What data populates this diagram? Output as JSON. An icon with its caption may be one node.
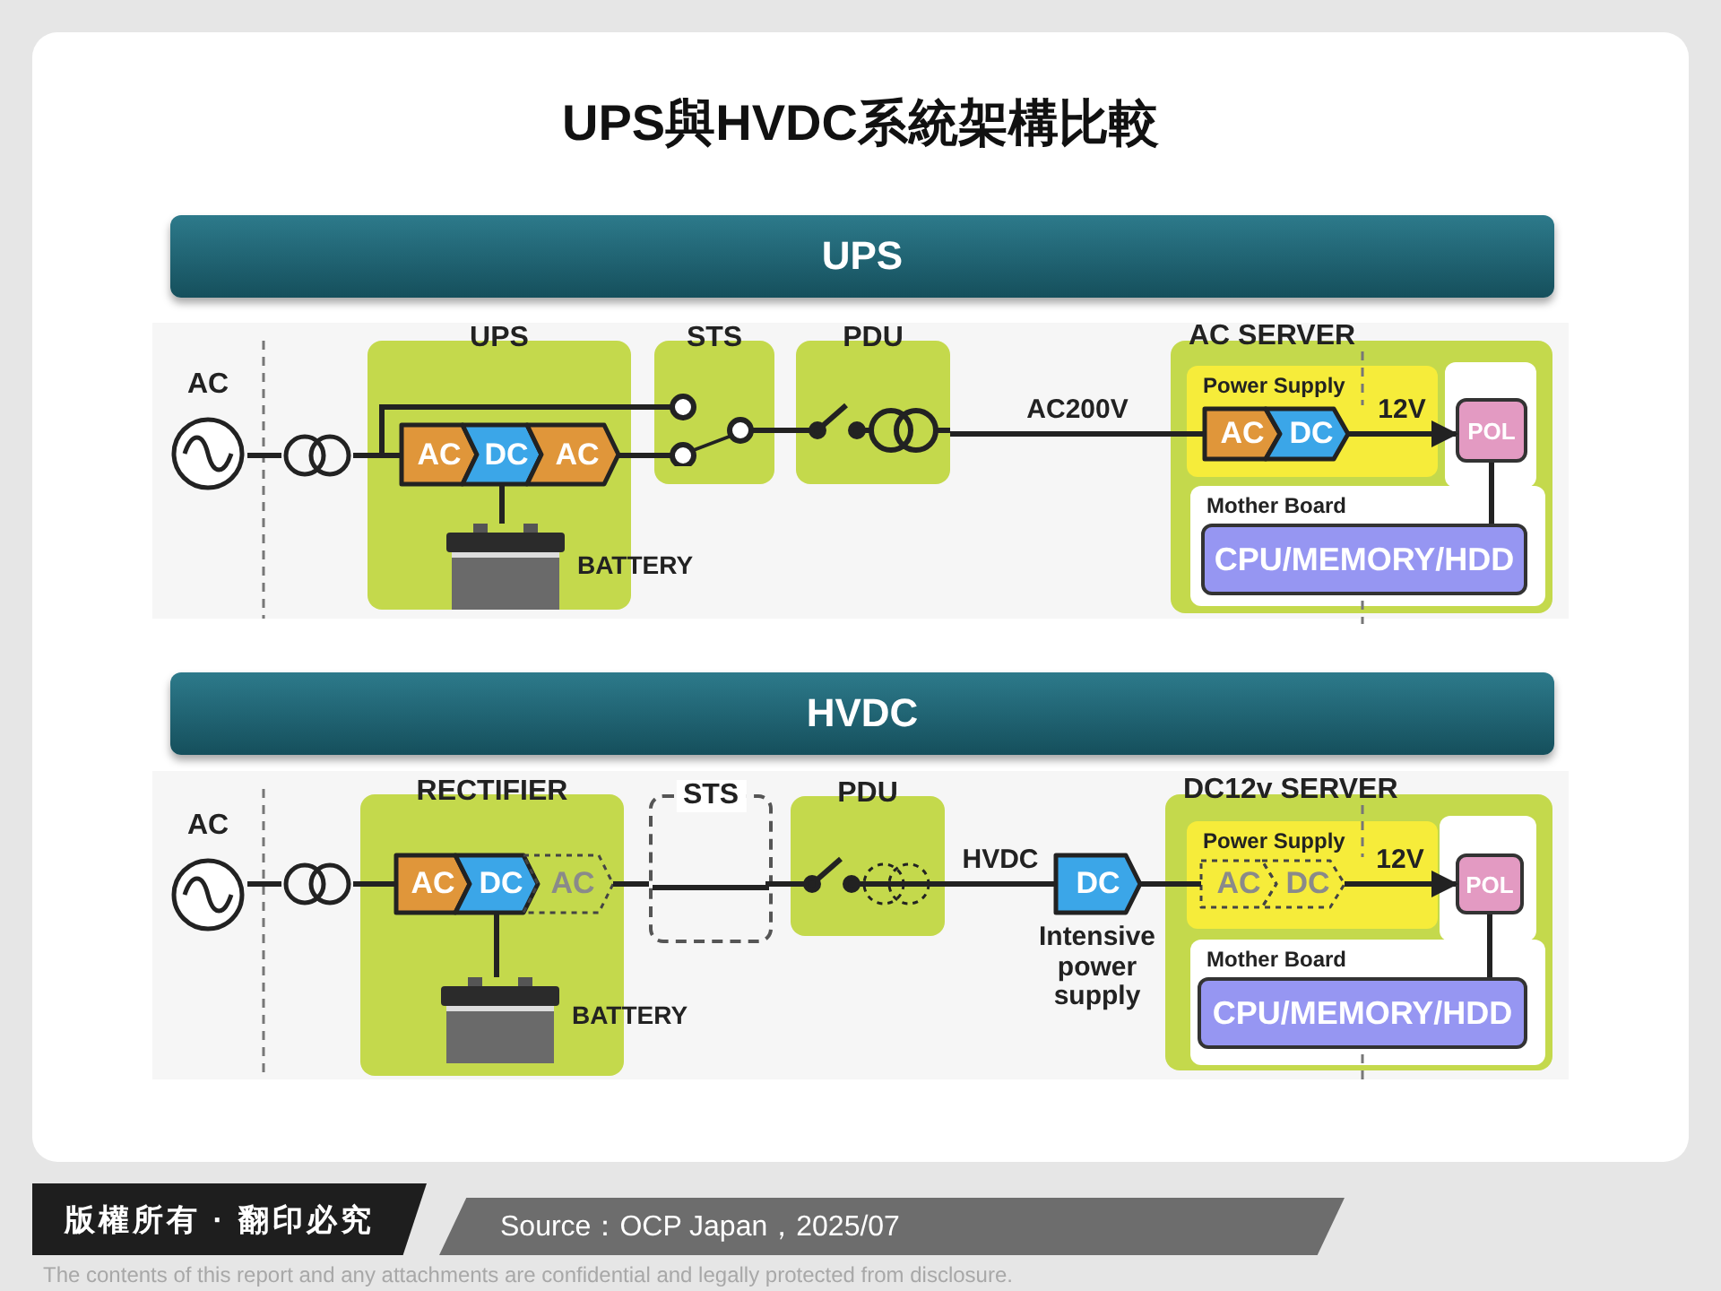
{
  "diagram": {
    "title": "UPS與HVDC系統架構比較",
    "nodes": [
      {
        "text": [
          "UPS"
        ]
      },
      {
        "text": [
          "AC"
        ]
      },
      {
        "text": [],
        "shape": "circle"
      },
      {
        "text": [
          "UPS"
        ]
      },
      {
        "text": [
          "AC"
        ],
        "in": 3
      },
      {
        "text": [
          "DC"
        ],
        "in": 3
      },
      {
        "text": [
          "AC"
        ],
        "in": 3
      },
      {
        "text": [],
        "shape": "box",
        "beside": [
          "BATTERY"
        ],
        "in": 3
      },
      {
        "text": [
          "STS"
        ]
      },
      {
        "text": [
          "PDU"
        ]
      },
      {
        "text": [
          "AC SERVER"
        ]
      },
      {
        "text": [
          "Power Supply"
        ],
        "in": 10
      },
      {
        "text": [
          "AC"
        ],
        "in": 11
      },
      {
        "text": [
          "DC"
        ],
        "in": 11
      },
      {
        "text": [
          "Mother Board"
        ],
        "in": 10
      },
      {
        "text": [
          "CPU/MEMORY/HDD"
        ],
        "in": 14
      },
      {
        "text": [
          "POL"
        ],
        "in": 10
      },
      {
        "text": [
          "HVDC"
        ]
      },
      {
        "text": [
          "AC"
        ]
      },
      {
        "text": [],
        "shape": "circle"
      },
      {
        "text": [
          "RECTIFIER"
        ]
      },
      {
        "text": [
          "AC"
        ],
        "in": 20
      },
      {
        "text": [
          "DC"
        ],
        "in": 20
      },
      {
        "text": [
          "AC"
        ],
        "in": 20
      },
      {
        "text": [],
        "shape": "box",
        "beside": [
          "BATTERY"
        ],
        "in": 20
      },
      {
        "text": [
          "STS"
        ]
      },
      {
        "text": [
          "PDU"
        ]
      },
      {
        "text": [
          "DC"
        ],
        "beside": [
          "Intensive power supply"
        ]
      },
      {
        "text": [
          "DC12v SERVER"
        ]
      },
      {
        "text": [
          "Power Supply"
        ],
        "in": 28
      },
      {
        "text": [
          "AC"
        ],
        "in": 29
      },
      {
        "text": [
          "DC"
        ],
        "in": 29
      },
      {
        "text": [
          "Mother Board"
        ],
        "in": 28
      },
      {
        "text": [
          "CPU/MEMORY/HDD"
        ],
        "in": 32
      },
      {
        "text": [
          "POL"
        ],
        "in": 28
      }
    ],
    "edges": [
      {
        "from": 1,
        "to": 2,
        "arrow": "none"
      },
      {
        "from": 2,
        "to": 4,
        "arrow": "none"
      },
      {
        "from": 2,
        "to": 8,
        "arrow": "none"
      },
      {
        "from": 6,
        "to": 8,
        "arrow": "none"
      },
      {
        "from": 5,
        "to": 7,
        "arrow": "none"
      },
      {
        "from": 8,
        "to": 9,
        "arrow": "none"
      },
      {
        "from": 9,
        "to": 12,
        "arrow": "none",
        "label": "AC200V"
      },
      {
        "from": 13,
        "to": 16,
        "arrow": "to",
        "label": "12V"
      },
      {
        "from": 16,
        "to": 15,
        "arrow": "none"
      },
      {
        "from": 18,
        "to": 19,
        "arrow": "none"
      },
      {
        "from": 19,
        "to": 21,
        "arrow": "none"
      },
      {
        "from": 22,
        "to": 24,
        "arrow": "none"
      },
      {
        "from": 23,
        "to": 25,
        "arrow": "none"
      },
      {
        "from": 25,
        "to": 26,
        "arrow": "none"
      },
      {
        "from": 26,
        "to": 27,
        "arrow": "none",
        "label": "HVDC"
      },
      {
        "from": 27,
        "to": 30,
        "arrow": "none"
      },
      {
        "from": 31,
        "to": 34,
        "arrow": "to",
        "label": "12V"
      },
      {
        "from": 34,
        "to": 33,
        "arrow": "none"
      }
    ],
    "labels": [
      "版權所有 · 翻印必究",
      "Source：OCP Japan，2025/07",
      "The contents of this report and any attachments are confidential and legally protected from disclosure."
    ]
  }
}
